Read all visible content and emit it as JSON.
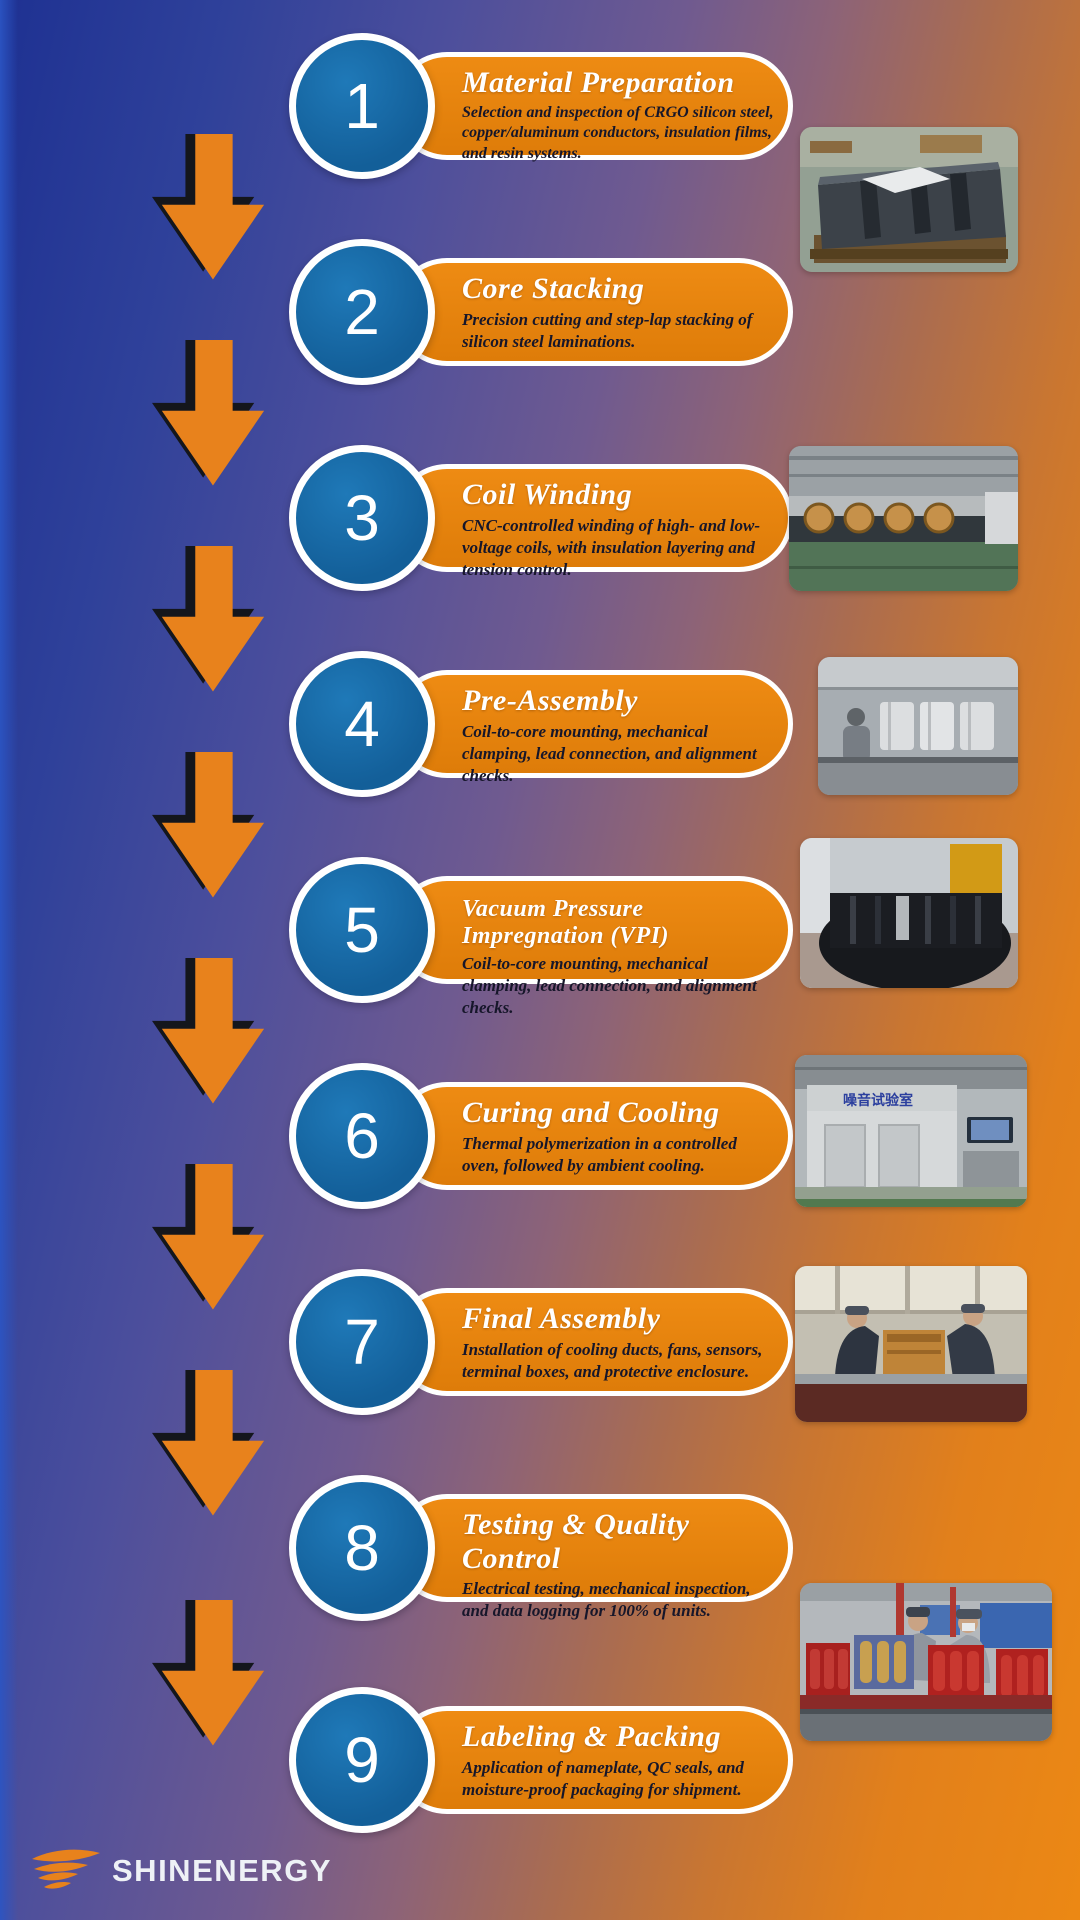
{
  "brand": {
    "name": "SHINENERGY"
  },
  "colors": {
    "accent_orange": "#e8821c",
    "banner_orange": "#e5820e",
    "circle_blue": "#1566a2",
    "desc_text": "#16162a",
    "background_blue": "#1e3192"
  },
  "steps": [
    {
      "number": "1",
      "title": "Material Preparation",
      "desc": "Selection and inspection of CRGO silicon steel, copper/aluminum conductors, insulation films, and resin systems."
    },
    {
      "number": "2",
      "title": "Core Stacking",
      "desc": "Precision cutting and step-lap stacking of silicon steel laminations."
    },
    {
      "number": "3",
      "title": "Coil Winding",
      "desc": "CNC-controlled winding of high- and low-voltage coils, with insulation layering and tension control."
    },
    {
      "number": "4",
      "title": "Pre-Assembly",
      "desc": "Coil-to-core mounting, mechanical clamping, lead connection, and alignment checks."
    },
    {
      "number": "5",
      "title": "Vacuum Pressure Impregnation (VPI)",
      "desc": "Coil-to-core mounting, mechanical clamping, lead connection, and alignment checks."
    },
    {
      "number": "6",
      "title": "Curing and Cooling",
      "desc": "Thermal polymerization in a controlled oven, followed by ambient cooling."
    },
    {
      "number": "7",
      "title": "Final Assembly",
      "desc": "Installation of cooling ducts, fans, sensors, terminal boxes, and protective enclosure."
    },
    {
      "number": "8",
      "title": "Testing & Quality Control",
      "desc": "Electrical testing, mechanical inspection, and data logging for 100% of units."
    },
    {
      "number": "9",
      "title": "Labeling & Packing",
      "desc": "Application of nameplate, QC seals, and moisture-proof packaging for shipment."
    }
  ],
  "photos": [
    {
      "desc": "stacked CRGO silicon steel core laminations on a wooden pallet"
    },
    {
      "desc": "coil winding machines with copper coils on factory floor"
    },
    {
      "desc": "worker pre-assembling transformer coils on production line"
    },
    {
      "desc": "black resin-impregnated coils after vacuum pressure impregnation"
    },
    {
      "desc": "curing and test chamber room with control station",
      "sign_text": "噪音试验室"
    },
    {
      "desc": "workers performing final assembly on a transformer"
    },
    {
      "desc": "workers testing red transformer coil assemblies on the line"
    }
  ]
}
